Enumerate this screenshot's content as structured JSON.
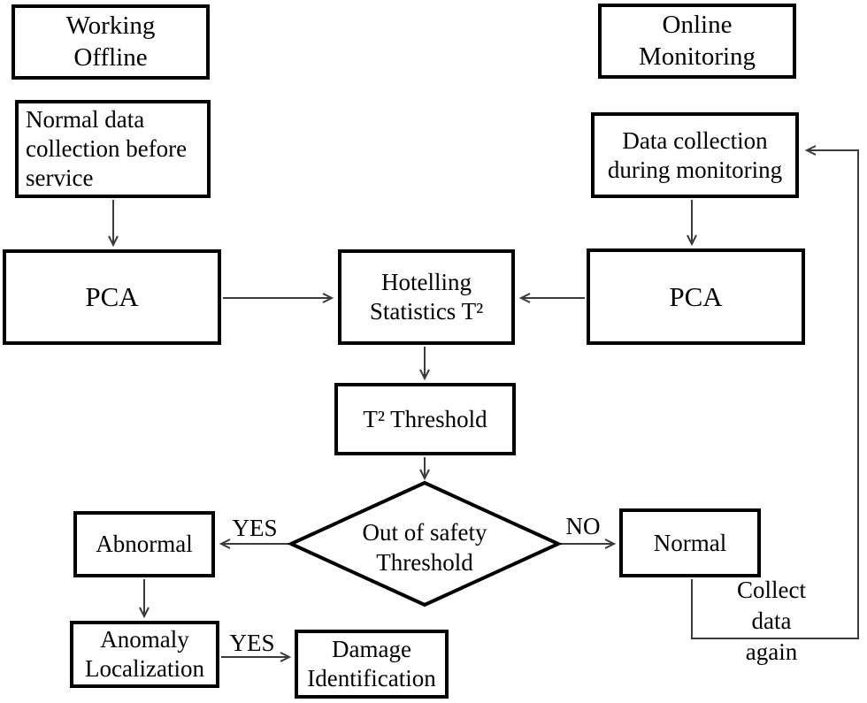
{
  "figure": {
    "type": "flowchart",
    "background_color": "#ffffff",
    "box_border_color": "#000000",
    "connector_color": "#3a3a3a",
    "text_color": "#000000"
  },
  "nodes": {
    "working_offline": {
      "label": "Working\nOffline"
    },
    "normal_data_collection": {
      "label": "Normal data\ncollection before\nservice"
    },
    "pca_offline": {
      "label": "PCA"
    },
    "hotelling_statistics": {
      "label": "Hotelling\nStatistics T²"
    },
    "online_monitoring": {
      "label": "Online\nMonitoring"
    },
    "data_collection_monitoring": {
      "label": "Data collection\nduring monitoring"
    },
    "pca_online": {
      "label": "PCA"
    },
    "t2_threshold": {
      "label": "T² Threshold"
    },
    "decision_out_of_safety": {
      "label": "Out of safety\nThreshold"
    },
    "abnormal": {
      "label": "Abnormal"
    },
    "normal": {
      "label": "Normal"
    },
    "anomaly_localization": {
      "label": "Anomaly\nLocalization"
    },
    "damage_identification": {
      "label": "Damage\nIdentification"
    }
  },
  "edge_labels": {
    "decision_yes": "YES",
    "decision_no": "NO",
    "localization_yes": "YES",
    "collect_data_again": "Collect\ndata again"
  }
}
